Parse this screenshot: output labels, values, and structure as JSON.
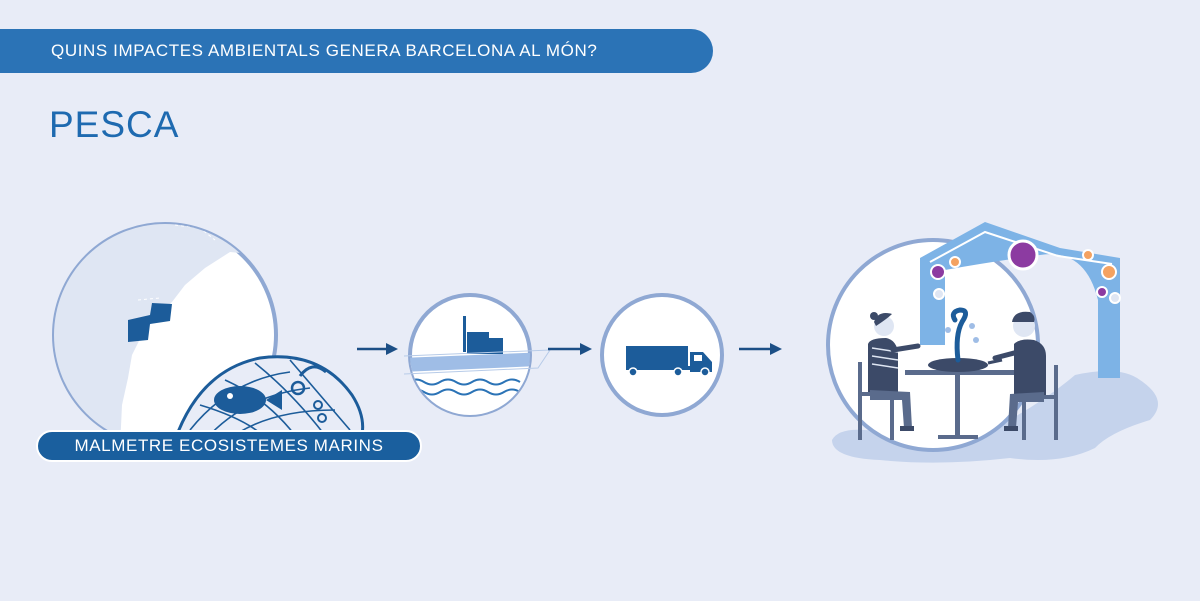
{
  "header": {
    "banner_text": "QUINS IMPACTES AMBIENTALS GENERA BARCELONA AL MÓN?",
    "page_title": "PESCA"
  },
  "diagram": {
    "steps": [
      {
        "icon": "map-icon"
      },
      {
        "icon": "fishing-boat-icon"
      },
      {
        "icon": "truck-icon"
      },
      {
        "icon": "restaurant-diners-icon"
      }
    ],
    "impact_label": "MALMETRE ECOSISTEMES MARINS"
  },
  "colors": {
    "background": "#e8ecf7",
    "banner": "#2b73b6",
    "title": "#1e6ab0",
    "badge": "#1a5f9e",
    "ring": "#8fa8d3",
    "dark_blue": "#1c5c9a",
    "arch": "#7db3e6",
    "purple": "#8c3ba1"
  }
}
